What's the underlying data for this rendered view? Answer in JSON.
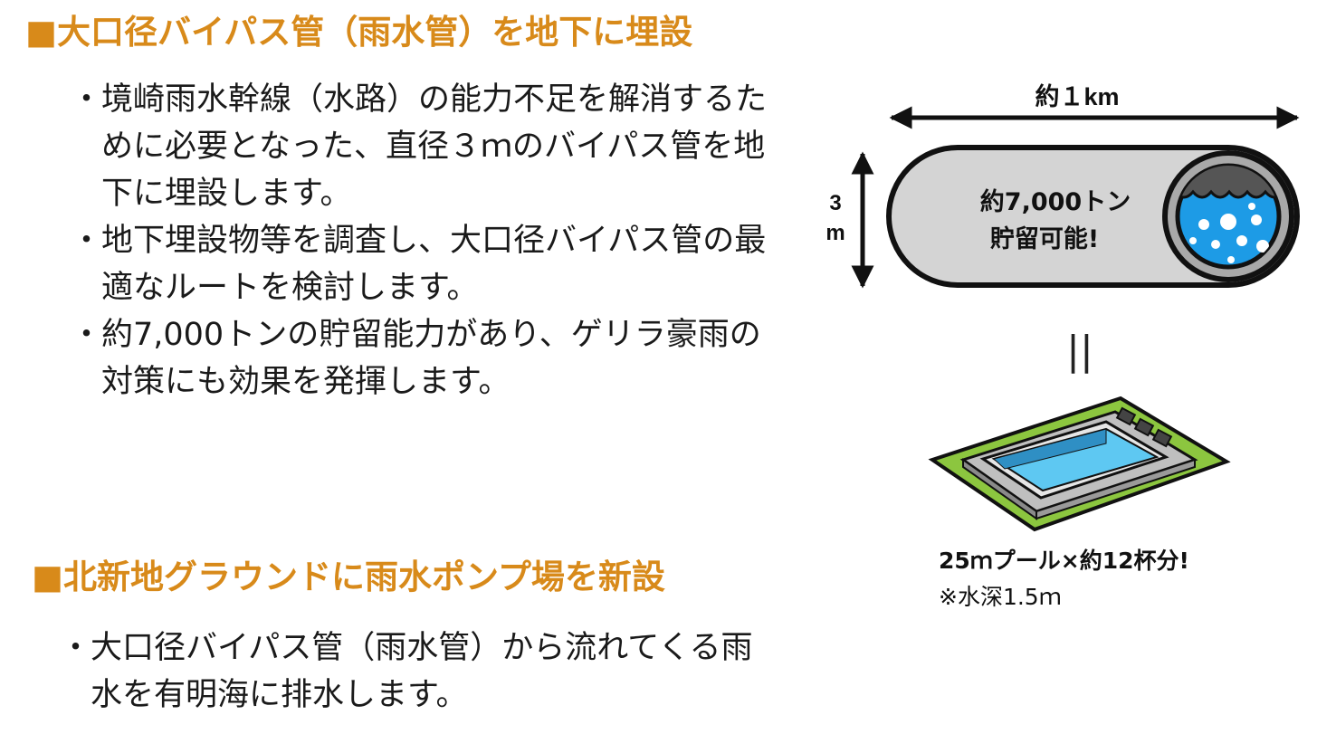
{
  "colors": {
    "heading": "#d88a1a",
    "pipe_fill": "#d4d4d4",
    "water": "#1d9be6",
    "grass": "#8cc63f",
    "pool_water": "#5ec8f2"
  },
  "section1": {
    "heading": "■大口径バイパス管（雨水管）を地下に埋設",
    "bullets": [
      "境崎雨水幹線（水路）の能力不足を解消するために必要となった、直径３ｍのバイパス管を地下に埋設します。",
      "地下埋設物等を調査し、大口径バイパス管の最適なルートを検討します。",
      "約7,000トンの貯留能力があり、ゲリラ豪雨の対策にも効果を発揮します。"
    ]
  },
  "section2": {
    "heading": "■北新地グラウンドに雨水ポンプ場を新設",
    "bullets": [
      "大口径バイパス管（雨水管）から流れてくる雨水を有明海に排水します。"
    ]
  },
  "figure": {
    "length_label": "約１km",
    "diameter_label_top": "3",
    "diameter_label_bottom": "m",
    "tank_line1": "約7,000トン",
    "tank_line2": "貯留可能!",
    "equals": "||",
    "pool_caption": "25ｍプール×約12杯分!",
    "pool_note": "※水深1.5ｍ"
  }
}
